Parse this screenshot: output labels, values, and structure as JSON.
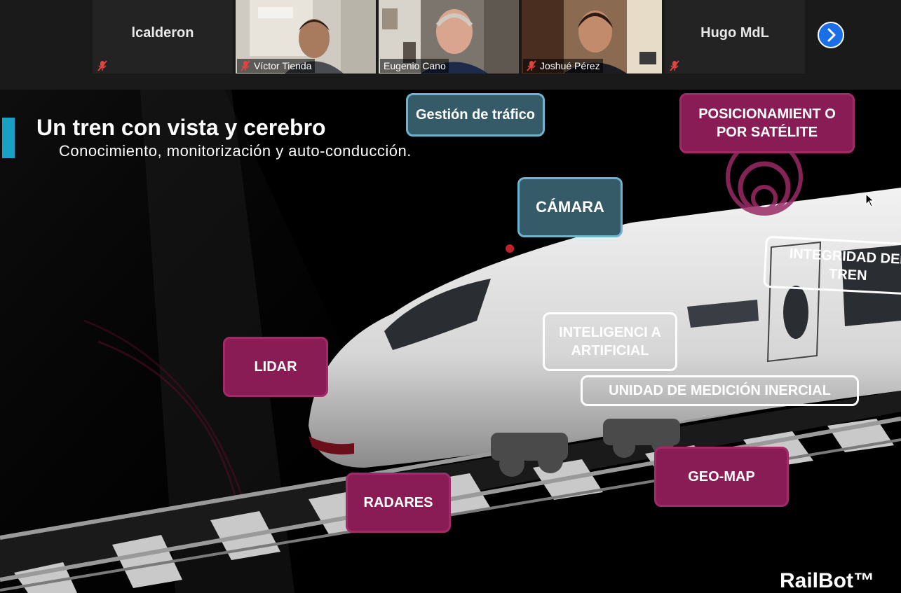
{
  "participants": [
    {
      "name": "lcalderon",
      "muted": true,
      "video": false
    },
    {
      "name": "Víctor Tienda",
      "muted": true,
      "video": true
    },
    {
      "name": "Eugenio Cano",
      "muted": false,
      "video": true,
      "active_speaker": true
    },
    {
      "name": "Joshué Pérez",
      "muted": true,
      "video": true
    },
    {
      "name": "Hugo MdL",
      "muted": true,
      "video": false
    }
  ],
  "controls": {
    "next_page_icon": "chevron-right-icon"
  },
  "slide": {
    "title": "Un tren con vista y cerebro",
    "subtitle": "Conocimiento, monitorización y auto-conducción.",
    "brand": "RailBot™",
    "labels": {
      "gestion": "Gestión de tráfico",
      "posicionamiento": "POSICIONAMIENT O POR SATÉLITE",
      "camara": "CÁMARA",
      "integridad": "INTEGRIDAD DEL TREN",
      "ia": "INTELIGENCI A ARTIFICIAL",
      "lidar": "LIDAR",
      "imu": "UNIDAD DE MEDICIÓN INERCIAL",
      "geomap": "GEO-MAP",
      "radares": "RADARES"
    }
  },
  "colors": {
    "accent": "#1aa0c4",
    "magenta": "#8a1c55",
    "teal": "#355a68",
    "button": "#1a6fe6"
  }
}
